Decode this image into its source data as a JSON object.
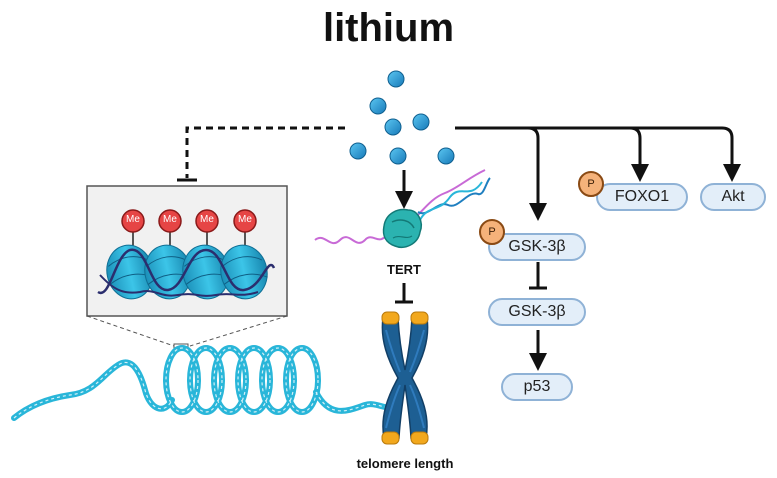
{
  "title": "lithium",
  "labels": {
    "tert": "TERT",
    "telomere": "telomere length",
    "methyl": "Me",
    "phospho": "P"
  },
  "nodes": {
    "foxo1": "FOXO1",
    "akt": "Akt",
    "gsk_phospho": "GSK-3β",
    "gsk": "GSK-3β",
    "p53": "p53"
  },
  "colors": {
    "lithium_ion": "#1e9bd7",
    "dna": "#29b6d9",
    "chromosome": "#1d5f93",
    "telomere_cap": "#f2a81d",
    "histone": "#24aed4",
    "methyl": "#e64545",
    "tert": "#2bb3b0",
    "rna": "#c86ad6",
    "pill_fill": "#e3eef9",
    "pill_border": "#8fb2d6",
    "phospho": "#f5b27a"
  }
}
